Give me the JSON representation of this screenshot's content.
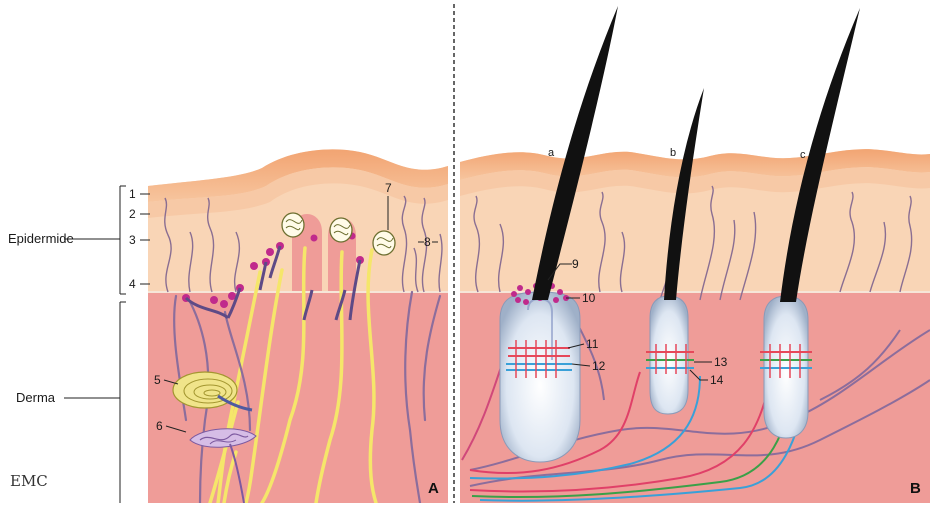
{
  "labels": {
    "epidermide": "Epidermide",
    "derma": "Derma"
  },
  "numbers": {
    "n1": "1",
    "n2": "2",
    "n3": "3",
    "n4": "4",
    "n5": "5",
    "n6": "6",
    "n7": "7",
    "n8": "8",
    "n9": "9",
    "n10": "10",
    "n11": "11",
    "n12": "12",
    "n13": "13",
    "n14": "14"
  },
  "hair_letters": {
    "a": "a",
    "b": "b",
    "c": "c"
  },
  "panels": {
    "left": "A",
    "right": "B"
  },
  "logo_text": "EMC",
  "colors": {
    "stratum_corneum": "#f0a06a",
    "epidermis_upper": "#f6c49a",
    "epidermis_lower": "#f9d2b2",
    "dermis": "#ef9c98",
    "nerve_yellow": "#f5e66a",
    "nerve_purple": "#7a5f8e",
    "ending_magenta": "#c02a8c",
    "hair": "#111111",
    "follicle": "#dfe7f3",
    "ring_red": "#e6485a",
    "ring_blue": "#3aa0d8",
    "ring_green": "#3aa048"
  }
}
